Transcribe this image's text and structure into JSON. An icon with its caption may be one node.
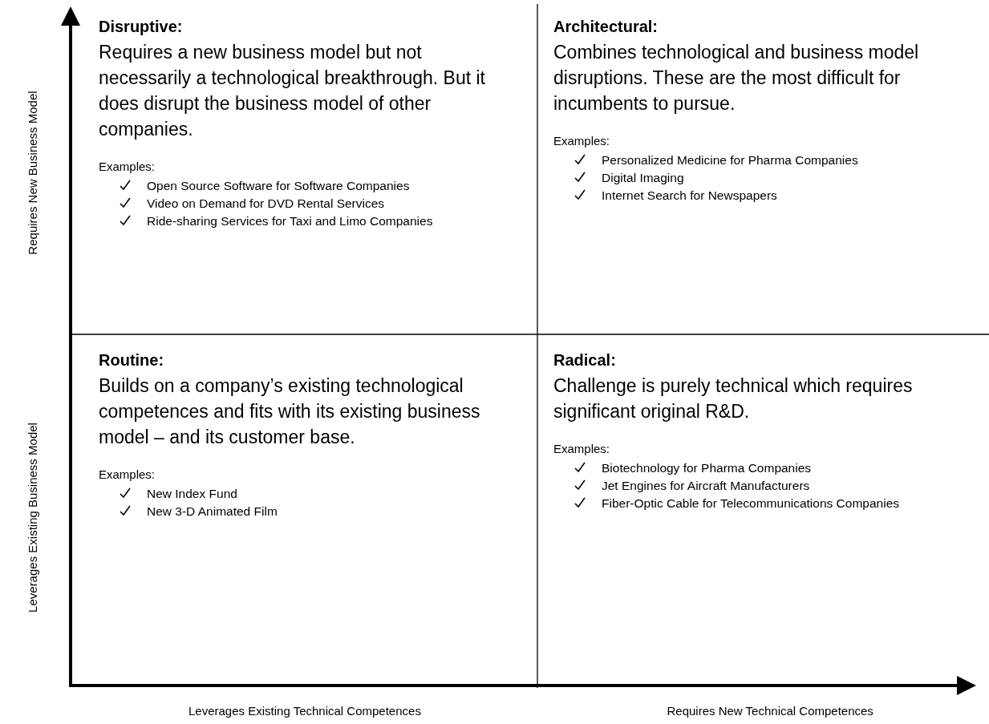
{
  "diagram": {
    "nodes": [
      {
        "text": [
          "Disruptive:",
          "Requires a new business model but not necessarily a technological breakthrough. But it does disrupt the business model of other companies.",
          "Examples:",
          "Open Source Software for Software Companies",
          "Video on Demand for DVD Rental Services",
          "Ride-sharing Services for Taxi and Limo Companies"
        ]
      },
      {
        "text": [
          "Architectural:",
          "Combines technological and business model disruptions. These are the most difficult for incumbents to pursue.",
          "Examples:",
          "Personalized Medicine for Pharma Companies",
          "Digital Imaging",
          "Internet Search for Newspapers"
        ]
      },
      {
        "text": [
          "Routine:",
          "Builds on a company’s existing technological competences and fits with its existing business model – and its customer base.",
          "Examples:",
          "New Index Fund",
          "New 3-D Animated Film"
        ]
      },
      {
        "text": [
          "Radical:",
          "Challenge is purely technical which requires significant original R&D.",
          "Examples:",
          "Biotechnology for Pharma Companies",
          "Jet Engines for Aircraft Manufacturers",
          "Fiber-Optic Cable for Telecommunications Companies"
        ]
      }
    ],
    "edges": [],
    "labels": [
      "Requires New Business Model",
      "Leverages Existing Business Model",
      "Leverages Existing Technical Competences",
      "Requires New Technical Competences"
    ]
  }
}
